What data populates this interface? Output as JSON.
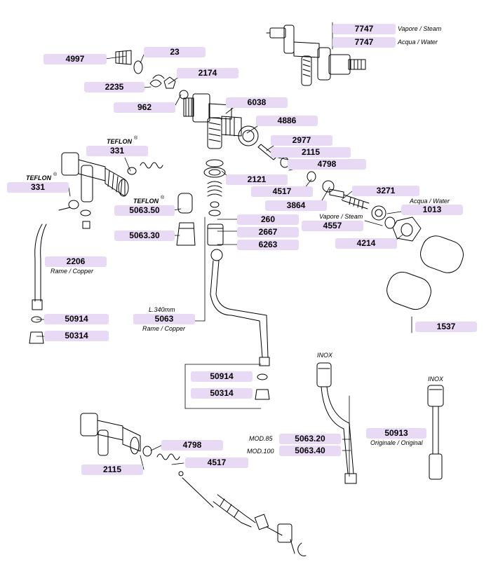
{
  "accent_color": "#e8d9f5",
  "parts": [
    {
      "code": "7747"
    },
    {
      "code": "7747"
    },
    {
      "code": "4997"
    },
    {
      "code": "23"
    },
    {
      "code": "2174"
    },
    {
      "code": "2235"
    },
    {
      "code": "962"
    },
    {
      "code": "6038"
    },
    {
      "code": "4886"
    },
    {
      "code": "2977"
    },
    {
      "code": "2115"
    },
    {
      "code": "4798"
    },
    {
      "code": "2121"
    },
    {
      "code": "4517"
    },
    {
      "code": "3271"
    },
    {
      "code": "3864"
    },
    {
      "code": "1013"
    },
    {
      "code": "331"
    },
    {
      "code": "331"
    },
    {
      "code": "5063.50"
    },
    {
      "code": "260"
    },
    {
      "code": "4557"
    },
    {
      "code": "2667"
    },
    {
      "code": "5063.30"
    },
    {
      "code": "6263"
    },
    {
      "code": "4214"
    },
    {
      "code": "2206"
    },
    {
      "code": "5063"
    },
    {
      "code": "50914"
    },
    {
      "code": "50314"
    },
    {
      "code": "1537"
    },
    {
      "code": "50914"
    },
    {
      "code": "50314"
    },
    {
      "code": "50913"
    },
    {
      "code": "5063.20"
    },
    {
      "code": "5063.40"
    },
    {
      "code": "4798"
    },
    {
      "code": "4517"
    },
    {
      "code": "2115"
    }
  ],
  "notes": [
    {
      "text": "Vapore / Steam"
    },
    {
      "text": "Acqua / Water"
    },
    {
      "text": "TEFLON"
    },
    {
      "text": "TEFLON"
    },
    {
      "text": "TEFLON"
    },
    {
      "text": "Acqua / Water"
    },
    {
      "text": "Vapore / Steam"
    },
    {
      "text": "Rame / Copper"
    },
    {
      "text": "L.340mm"
    },
    {
      "text": "Rame / Copper"
    },
    {
      "text": "INOX"
    },
    {
      "text": "INOX"
    },
    {
      "text": "Originale / Original"
    },
    {
      "text": "MOD.85"
    },
    {
      "text": "MOD.100"
    }
  ],
  "registered_mark": "®"
}
